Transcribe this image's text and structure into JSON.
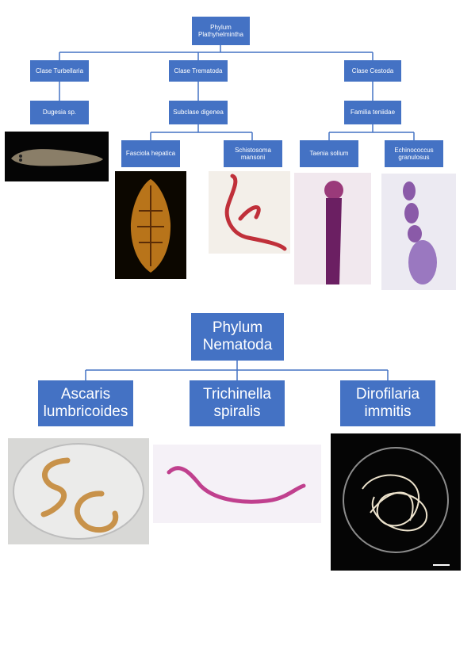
{
  "platy": {
    "phylum": "Phylum Plathyhelmintha",
    "turbellaria": "Clase Turbellaria",
    "trematoda": "Clase Trematoda",
    "cestoda": "Clase Cestoda",
    "dugesia": "Dugesia sp.",
    "digenea": "Subclase digenea",
    "teniidae": "Familia teniidae",
    "fasciola": "Fasciola hepatica",
    "schistosoma": "Schistosoma mansoni",
    "taenia": "Taenia solium",
    "echinococcus": "Echinococcus granulosus"
  },
  "nema": {
    "phylum": "Phylum Nematoda",
    "ascaris": "Ascaris lumbricoides",
    "trichinella": "Trichinella spiralis",
    "dirofilaria": "Dirofilaria immitis"
  },
  "colors": {
    "box_fill": "#4472c4",
    "connector": "#4472c4",
    "text": "#ffffff"
  },
  "photos": [
    "dugesia-photo",
    "fasciola-photo",
    "schistosoma-photo",
    "taenia-photo",
    "echinococcus-photo",
    "ascaris-photo",
    "trichinella-photo",
    "dirofilaria-photo"
  ]
}
